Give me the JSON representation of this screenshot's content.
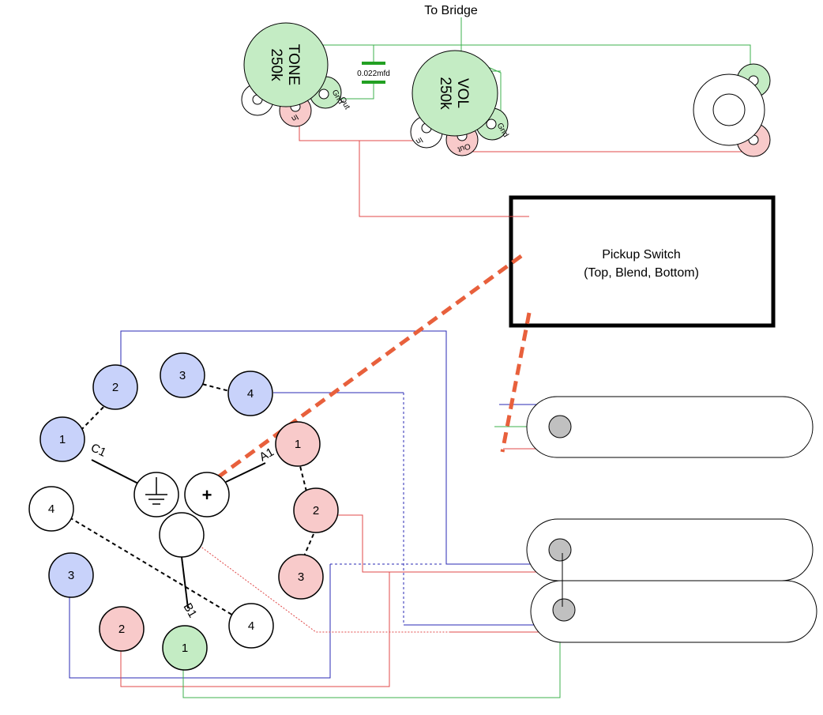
{
  "labels": {
    "to_bridge": "To Bridge",
    "switch_line1": "Pickup Switch",
    "switch_line2": "(Top, Blend, Bottom)",
    "capacitor": "0.022mfd",
    "plus": "+"
  },
  "tone_pot": {
    "name": "TONE",
    "value": "250k",
    "lug_in": "In",
    "lug_out": "Out",
    "lug_gnd": "Gnd"
  },
  "vol_pot": {
    "name": "VOL",
    "value": "250k",
    "lug_in": "In",
    "lug_out": "Out",
    "lug_gnd": "Gnd"
  },
  "switch_terminals": {
    "c1_label": "C1",
    "a1_label": "A1",
    "b1_label": "B1",
    "blue": [
      "1",
      "2",
      "3",
      "4",
      "3"
    ],
    "red": [
      "1",
      "2",
      "3",
      "2"
    ],
    "white": [
      "4",
      "4"
    ],
    "green": [
      "1"
    ]
  },
  "colors": {
    "blue_fill": "#c8d2fa",
    "red_fill": "#f8caca",
    "green_fill": "#c4ecc4",
    "wire_blue": "#2a2ab4",
    "wire_red": "#e04848",
    "wire_green": "#3cb04c",
    "selector": "#e8603c"
  }
}
